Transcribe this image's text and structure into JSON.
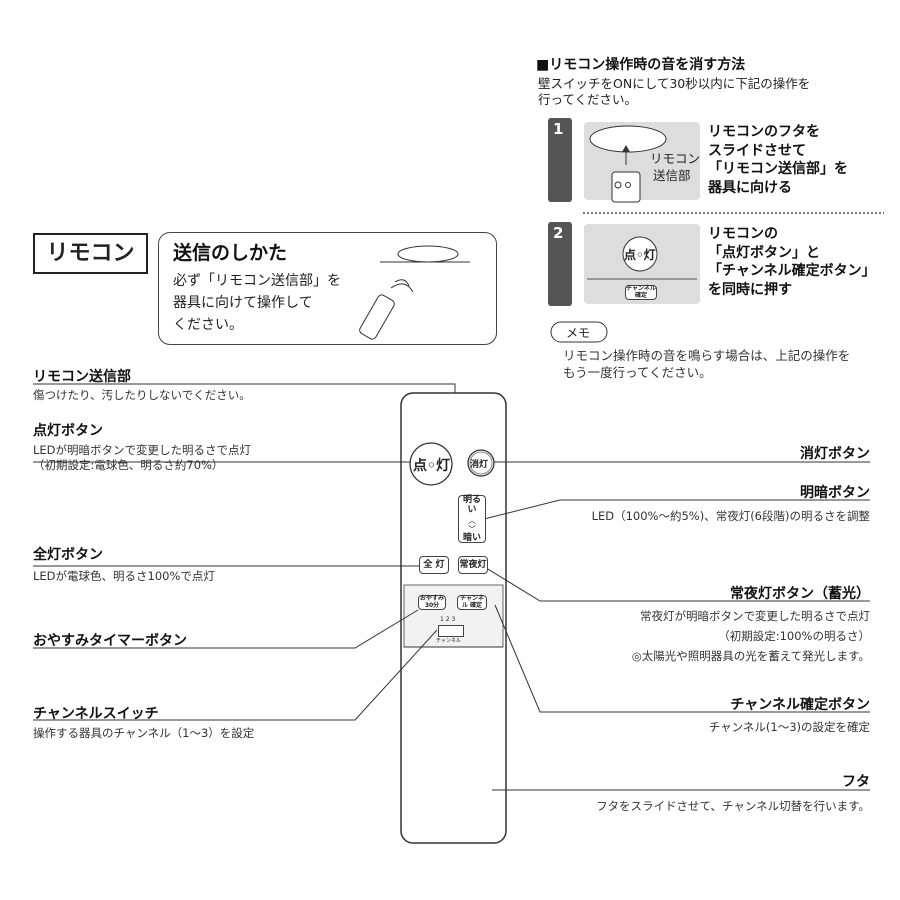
{
  "title_box": "リモコン",
  "howto": {
    "title": "送信のしかた",
    "lines": [
      "必ず「リモコン送信部」を",
      "器具に向けて操作して",
      "ください。"
    ]
  },
  "mute": {
    "title": "■リモコン操作時の音を消す方法",
    "intro": [
      "壁スイッチをONにして30秒以内に下記の操作を",
      "行ってください。"
    ],
    "steps": [
      {
        "num": "1",
        "panel_label": [
          "リモコン",
          "送信部"
        ],
        "text": [
          "リモコンのフタを",
          "スライドさせて",
          "「リモコン送信部」を",
          "器具に向ける"
        ]
      },
      {
        "num": "2",
        "panel_button": "点◦灯",
        "panel_small": "チャンネル確定",
        "text": [
          "リモコンの",
          "「点灯ボタン」と",
          "「チャンネル確定ボタン」",
          "を同時に押す"
        ]
      }
    ],
    "memo_label": "メモ",
    "memo": [
      "リモコン操作時の音を鳴らす場合は、上記の操作を",
      "もう一度行ってください。"
    ]
  },
  "left": [
    {
      "title": "リモコン送信部",
      "desc": [
        "傷つけたり、汚したりしないでください。"
      ]
    },
    {
      "title": "点灯ボタン",
      "desc": [
        "LEDが明暗ボタンで変更した明るさで点灯",
        "（初期設定:電球色、明るさ約70%）"
      ]
    },
    {
      "title": "全灯ボタン",
      "desc": [
        "LEDが電球色、明るさ100%で点灯"
      ]
    },
    {
      "title": "おやすみタイマーボタン",
      "desc": []
    },
    {
      "title": "チャンネルスイッチ",
      "desc": [
        "操作する器具のチャンネル（1〜3）を設定"
      ]
    }
  ],
  "right": [
    {
      "title": "消灯ボタン",
      "desc": []
    },
    {
      "title": "明暗ボタン",
      "desc": [
        "LED（100%〜約5%)、常夜灯(6段階)の明るさを調整"
      ]
    },
    {
      "title": "常夜灯ボタン（蓄光）",
      "desc": [
        "常夜灯が明暗ボタンで変更した明るさで点灯",
        "（初期設定:100%の明るさ）",
        "◎太陽光や照明器具の光を蓄えて発光します。"
      ]
    },
    {
      "title": "チャンネル確定ボタン",
      "desc": [
        "チャンネル(1〜3)の設定を確定"
      ]
    },
    {
      "title": "フタ",
      "desc": [
        "フタをスライドさせて、チャンネル切替を行います。"
      ]
    }
  ],
  "remote": {
    "on": "点◦灯",
    "off": "消灯",
    "bright": "明るい",
    "dark": "暗い",
    "full": "全 灯",
    "night": "常夜灯",
    "sleep": "おやすみ 30分",
    "ch_confirm": "チャンネル 確定",
    "ch_nums": "1 2 3",
    "ch_label": "チャンネル"
  }
}
